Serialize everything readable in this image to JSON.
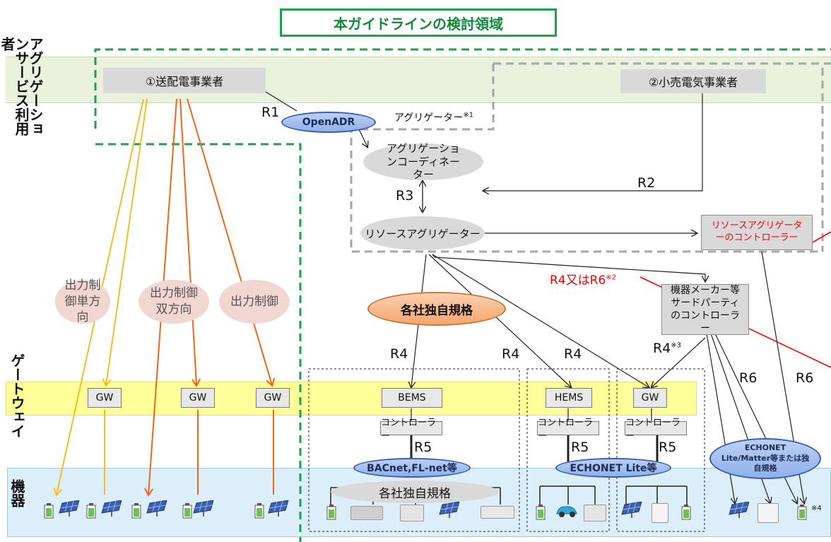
{
  "title": "本ガイドラインの検討領域",
  "rows": {
    "users": "アグリゲーションサービス利用者",
    "gateway": "ゲートウェイ",
    "devices": "機器"
  },
  "entities": {
    "tso": "①送配電事業者",
    "retailer": "②小売電気事業者",
    "aggregator_label": "アグリゲーター",
    "aggregator_note": "※1",
    "coordinator": "アグリゲーションコーディネーター",
    "resource_aggregator": "リソースアグリゲーター",
    "ra_controller": "リソースアグリゲーターのコントローラー",
    "third_party": "機器メーカー等サードパーティのコントローラー"
  },
  "protocols": {
    "openadr": "OpenADR",
    "proprietary": "各社独自規格",
    "bacnet": "BACnet,FL-net等",
    "echonet": "ECHONET Lite等",
    "echonet_matter": "ECHONET Lite/Matter等または独自規格",
    "proprietary_gray": "各社独自規格"
  },
  "relations": {
    "r1": "R1",
    "r2": "R2",
    "r3": "R3",
    "r4": "R4",
    "r5": "R5",
    "r6": "R6",
    "r4_or_r6": "R4又はR6",
    "note2": "※2",
    "note3": "※3",
    "note4": "※4"
  },
  "controls": {
    "unidirectional": "出力制御単方向",
    "bidirectional": "出力制御双方向",
    "output": "出力制御"
  },
  "gateways": {
    "gw": "GW",
    "bems": "BEMS",
    "hems": "HEMS",
    "controller": "コントローラー"
  },
  "colors": {
    "green_dash": "#19a34a",
    "gray_dash": "#a6a6a6",
    "band_users": "#eaf1dd",
    "band_gateway": "#ffff99",
    "band_devices": "#dbeef9",
    "arrow_yellow": "#f6be1e",
    "arrow_orange": "#f0651c",
    "red_text": "#ff0000",
    "proprietary_fill": "#f8b78a"
  }
}
